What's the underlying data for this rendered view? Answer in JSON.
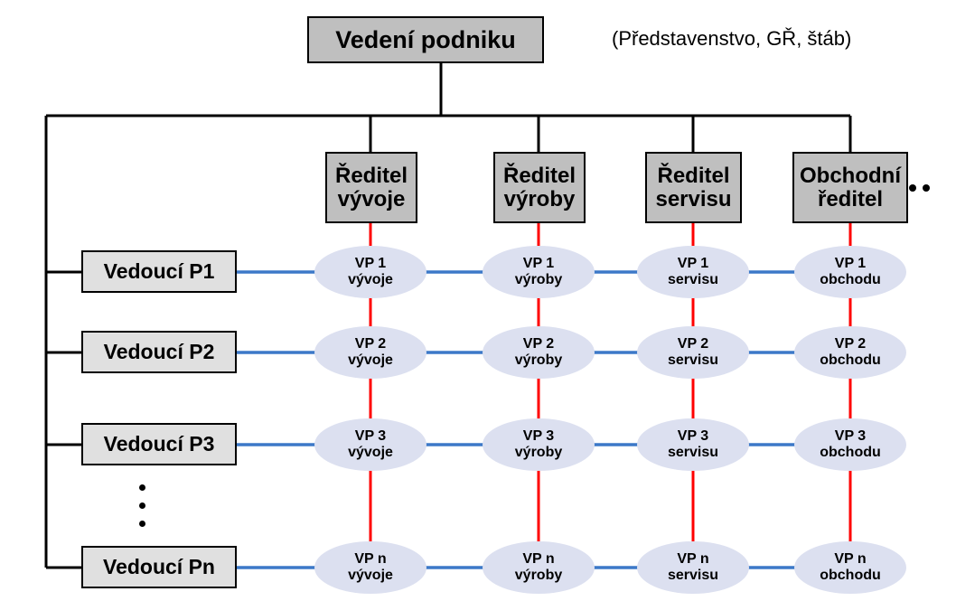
{
  "diagram": {
    "title_node": {
      "label": "Vedení podniku",
      "lines": [
        "Vedení podniku"
      ]
    },
    "caption": "(Představenstvo, GŘ, štáb)",
    "colors": {
      "box_fill_dark": "#bfbfbf",
      "box_fill_light": "#e0e0e0",
      "box_border": "#000000",
      "ellipse_fill": "#dce0f0",
      "connector_vertical": "#ff0000",
      "connector_horizontal": "#3c78c8",
      "hierarchy_line": "#000000",
      "text": "#000000"
    },
    "directors": [
      {
        "line1": "Ředitel",
        "line2": "vývoje"
      },
      {
        "line1": "Ředitel",
        "line2": "výroby"
      },
      {
        "line1": "Ředitel",
        "line2": "servisu"
      },
      {
        "line1": "Obchodní",
        "line2": "ředitel"
      }
    ],
    "directors_overflow_icon": "horizontal-ellipsis-icon",
    "managers": [
      {
        "label": "Vedoucí P1"
      },
      {
        "label": "Vedoucí P2"
      },
      {
        "label": "Vedoucí P3"
      },
      {
        "label": "Vedoucí Pn"
      }
    ],
    "managers_overflow_icon": "vertical-ellipsis-icon",
    "matrix_rows": [
      {
        "row_key": "1",
        "cells": [
          {
            "line1": "VP 1",
            "line2": "vývoje"
          },
          {
            "line1": "VP 1",
            "line2": "výroby"
          },
          {
            "line1": "VP 1",
            "line2": "servisu"
          },
          {
            "line1": "VP 1",
            "line2": "obchodu"
          }
        ]
      },
      {
        "row_key": "2",
        "cells": [
          {
            "line1": "VP 2",
            "line2": "vývoje"
          },
          {
            "line1": "VP 2",
            "line2": "výroby"
          },
          {
            "line1": "VP 2",
            "line2": "servisu"
          },
          {
            "line1": "VP 2",
            "line2": "obchodu"
          }
        ]
      },
      {
        "row_key": "3",
        "cells": [
          {
            "line1": "VP 3",
            "line2": "vývoje"
          },
          {
            "line1": "VP 3",
            "line2": "výroby"
          },
          {
            "line1": "VP 3",
            "line2": "servisu"
          },
          {
            "line1": "VP 3",
            "line2": "obchodu"
          }
        ]
      },
      {
        "row_key": "n",
        "cells": [
          {
            "line1": "VP n",
            "line2": "vývoje"
          },
          {
            "line1": "VP n",
            "line2": "výroby"
          },
          {
            "line1": "VP n",
            "line2": "servisu"
          },
          {
            "line1": "VP n",
            "line2": "obchodu"
          }
        ]
      }
    ]
  }
}
